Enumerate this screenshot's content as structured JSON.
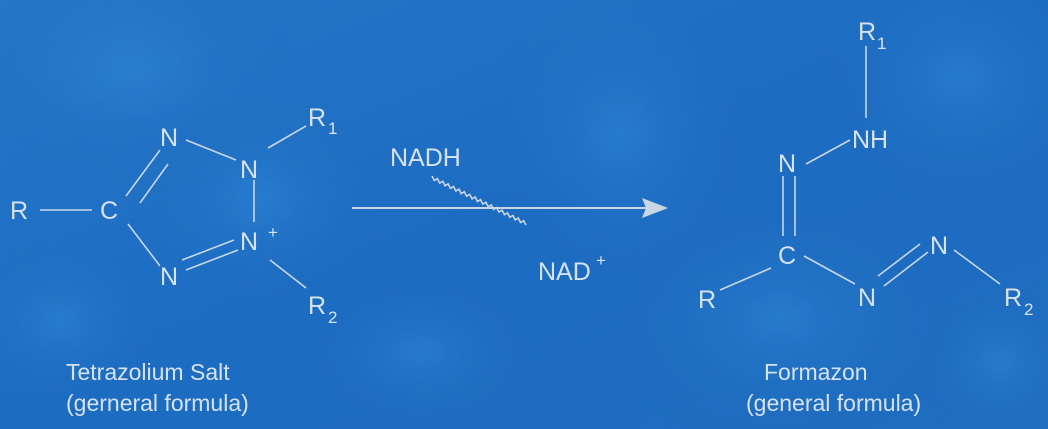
{
  "colors": {
    "background": "#1d6fc4",
    "ink": "#d7e2ef"
  },
  "reactant": {
    "atoms": {
      "R": "R",
      "C": "C",
      "N_top": "N",
      "N_right": "N",
      "N_plus": "N",
      "plus": "+",
      "N_bottom": "N",
      "R1": "R",
      "R1_sub": "1",
      "R2": "R",
      "R2_sub": "2"
    },
    "caption_line1": "Tetrazolium Salt",
    "caption_line2": "(gerneral formula)"
  },
  "reaction": {
    "cofactor_in": "NADH",
    "cofactor_out": "NAD",
    "cofactor_out_charge": "+"
  },
  "product": {
    "atoms": {
      "R1": "R",
      "R1_sub": "1",
      "NH": "NH",
      "N_imine": "N",
      "C": "C",
      "R": "R",
      "N_azo1": "N",
      "N_azo2": "N",
      "R2": "R",
      "R2_sub": "2"
    },
    "caption_line1": "Formazon",
    "caption_line2": "(general formula)"
  }
}
